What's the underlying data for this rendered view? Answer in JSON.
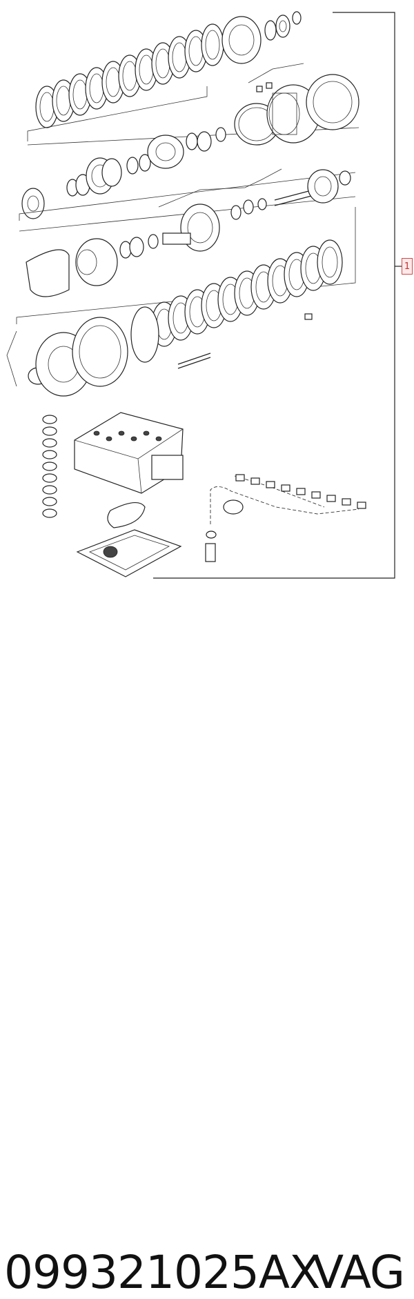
{
  "callout": {
    "label": "1"
  },
  "caption": {
    "part_number": "099321025AX",
    "brand": "VAG"
  },
  "colors": {
    "line": "#222222",
    "callout_border": "#d04848",
    "callout_fill": "#ffe9e9"
  }
}
